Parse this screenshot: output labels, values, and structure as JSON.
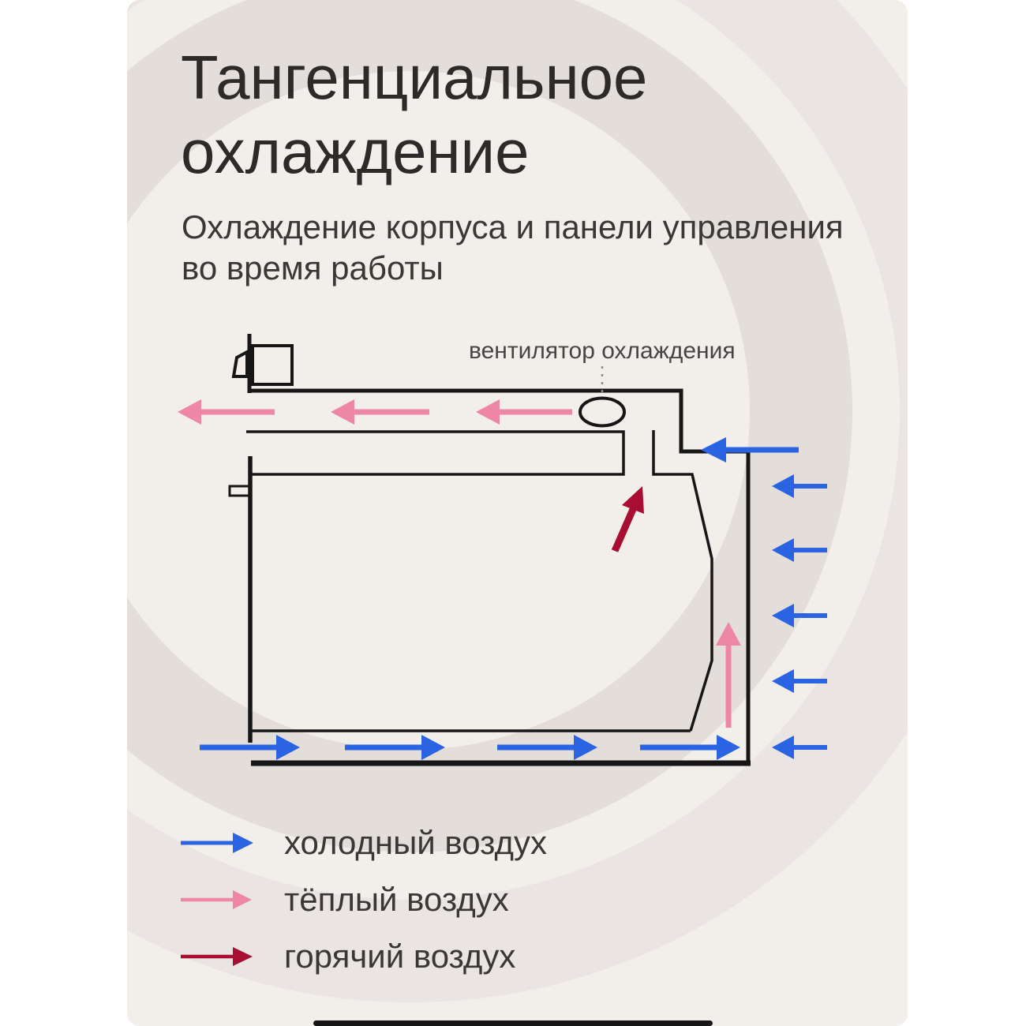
{
  "page": {
    "background": "#ffffff",
    "card_background": "#f2eeea",
    "swirl_color": "#e3deda",
    "text_primary": "#2d2b29",
    "text_secondary": "#3a3835"
  },
  "title": {
    "line1": "Тангенциальное",
    "line2": "охлаждение"
  },
  "subtitle": {
    "line1": "Охлаждение корпуса и панели управления",
    "line2": "во время работы"
  },
  "diagram": {
    "fan_label": "вентилятор охлаждения",
    "colors": {
      "cold_air": "#2b64e3",
      "warm_air": "#ee86a5",
      "hot_air": "#a80d32",
      "outline": "#161616",
      "leader_line": "#8f8b88"
    }
  },
  "legend": {
    "items": [
      {
        "label": "холодный воздух",
        "color": "#2b64e3"
      },
      {
        "label": "тёплый воздух",
        "color": "#ee86a5"
      },
      {
        "label": "горячий воздух",
        "color": "#a80d32"
      }
    ]
  },
  "home_indicator": {
    "color": "#161616"
  }
}
